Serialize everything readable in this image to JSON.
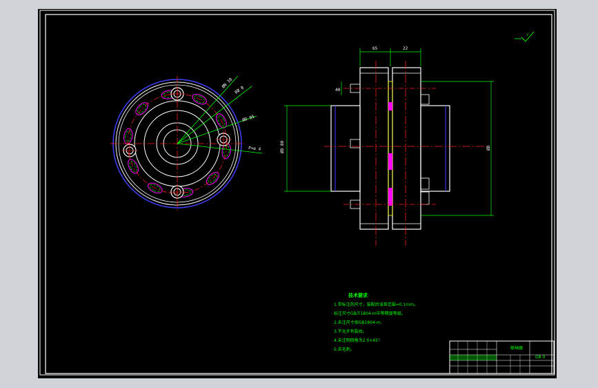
{
  "colors": {
    "window_bg": "#cfd2d6",
    "canvas_bg": "#000000",
    "frame": "#ffffff",
    "outline": "#ffffff",
    "centerline": "#ff2020",
    "dimension": "#00ff00",
    "hidden": "#ff00ff",
    "blue": "#4040ff",
    "text": "#00ff00",
    "yellow": "#ffff00"
  },
  "front_view": {
    "dimensions": [
      "ØN 30",
      "8Ø 8",
      "ØD 95",
      "P×α 4"
    ]
  },
  "side_view": {
    "dim_top_left": "65",
    "dim_top_right": "22",
    "dim_small": "40",
    "dim_left": "ØD 80",
    "dim_right": "ØD"
  },
  "roughness": "√",
  "tech_requirements": {
    "title": "技术要求",
    "lines": [
      "1.带标注的尺寸，装配后误差范围=0.1mm。",
      "  标注尺寸GB/T1804-m中等精度等级。",
      "2.未注尺寸按GB1804-m.",
      "3.不允许有裂纹。",
      "4.未注明倒角为2.0×45°.",
      "5.去毛刺。"
    ]
  },
  "title_block": {
    "part_name": "联轴器",
    "drawing_no": "GB 0"
  }
}
